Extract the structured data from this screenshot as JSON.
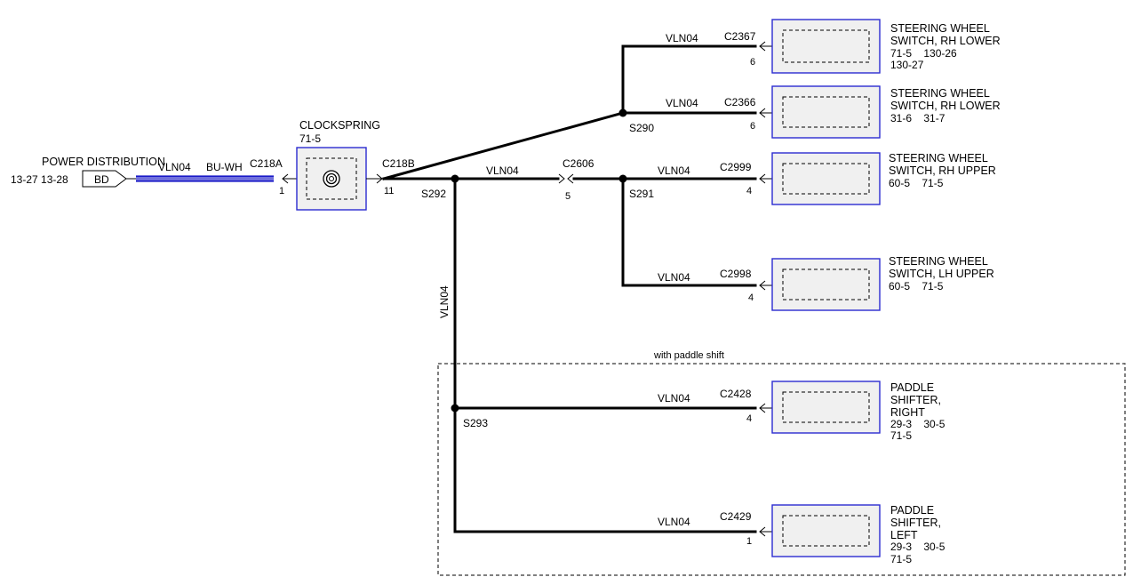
{
  "source": {
    "label": "POWER DISTRIBUTION",
    "refs": "13-27  13-28",
    "badge": "BD",
    "wire_label": "VLN04",
    "wire_color_code": "BU-WH",
    "connector": "C218A",
    "pin": "1"
  },
  "clockspring": {
    "label": "CLOCKSPRING",
    "ref": "71-5",
    "out_connector": "C218B",
    "out_pin": "11"
  },
  "splices": {
    "s290": "S290",
    "s291": "S291",
    "s292": "S292",
    "s293": "S293"
  },
  "inline_connector": {
    "name": "C2606",
    "pin": "5",
    "wire_label": "VLN04"
  },
  "vertical_wire_label": "VLN04",
  "option_group_label": "with paddle shift",
  "components": [
    {
      "wire_label": "VLN04",
      "connector": "C2367",
      "pin": "6",
      "name_line1": "STEERING WHEEL",
      "name_line2": "SWITCH, RH LOWER",
      "refs_line1": "71-5    130-26",
      "refs_line2": "130-27"
    },
    {
      "wire_label": "VLN04",
      "connector": "C2366",
      "pin": "6",
      "name_line1": "STEERING WHEEL",
      "name_line2": "SWITCH, RH LOWER",
      "refs_line1": "31-6    31-7",
      "refs_line2": ""
    },
    {
      "wire_label": "VLN04",
      "connector": "C2999",
      "pin": "4",
      "name_line1": "STEERING WHEEL",
      "name_line2": "SWITCH, RH UPPER",
      "refs_line1": "60-5    71-5",
      "refs_line2": ""
    },
    {
      "wire_label": "VLN04",
      "connector": "C2998",
      "pin": "4",
      "name_line1": "STEERING WHEEL",
      "name_line2": "SWITCH, LH UPPER",
      "refs_line1": "60-5    71-5",
      "refs_line2": ""
    },
    {
      "wire_label": "VLN04",
      "connector": "C2428",
      "pin": "4",
      "name_line1": "PADDLE",
      "name_line2": "SHIFTER,",
      "name_line3": "RIGHT",
      "refs_line1": "29-3    30-5",
      "refs_line2": "71-5"
    },
    {
      "wire_label": "VLN04",
      "connector": "C2429",
      "pin": "1",
      "name_line1": "PADDLE",
      "name_line2": "SHIFTER,",
      "name_line3": "LEFT",
      "refs_line1": "29-3    30-5",
      "refs_line2": "71-5"
    }
  ]
}
